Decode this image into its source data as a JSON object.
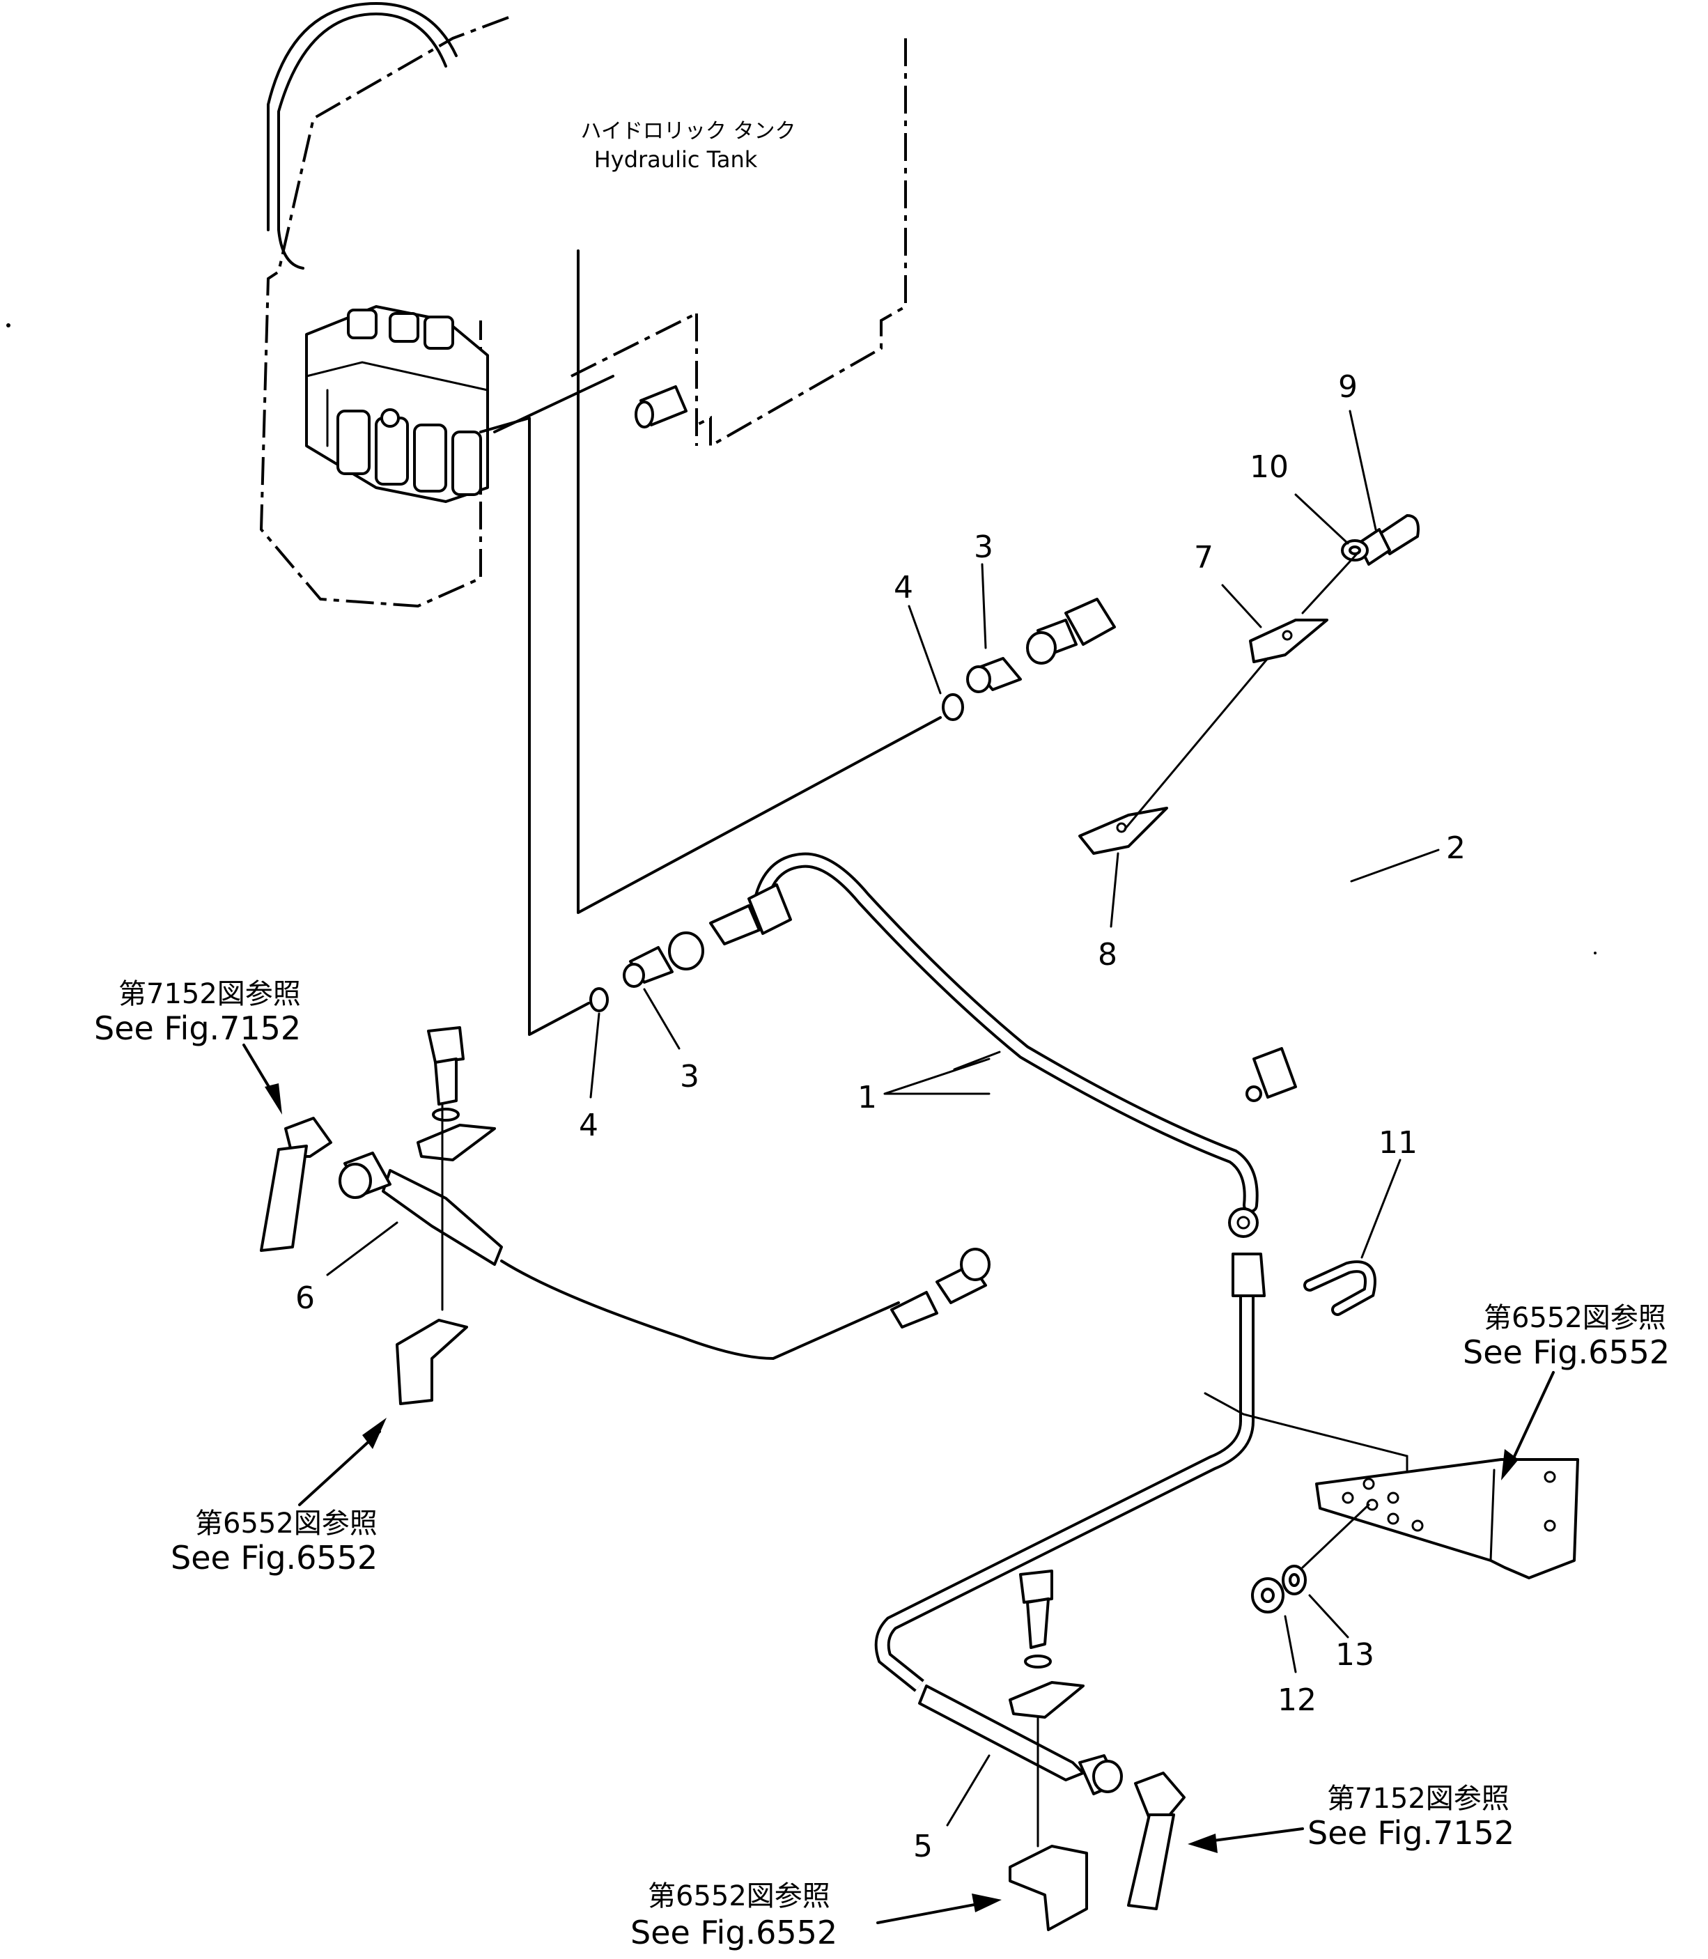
{
  "tank": {
    "label_jp": "ハイドロリック タンク",
    "label_en": "Hydraulic Tank"
  },
  "part_numbers": [
    "1",
    "2",
    "3",
    "3",
    "4",
    "4",
    "5",
    "6",
    "7",
    "8",
    "9",
    "10",
    "11",
    "12",
    "13"
  ],
  "references": {
    "fig7152_left": {
      "jp": "第7152図参照",
      "en": "See Fig.7152"
    },
    "fig6552_left": {
      "jp": "第6552図参照",
      "en": "See Fig.6552"
    },
    "fig6552_right": {
      "jp": "第6552図参照",
      "en": "See Fig.6552"
    },
    "fig7152_right": {
      "jp": "第7152図参照",
      "en": "See Fig.7152"
    },
    "fig6552_bottom": {
      "jp": "第6552図参照",
      "en": "See Fig.6552"
    }
  }
}
